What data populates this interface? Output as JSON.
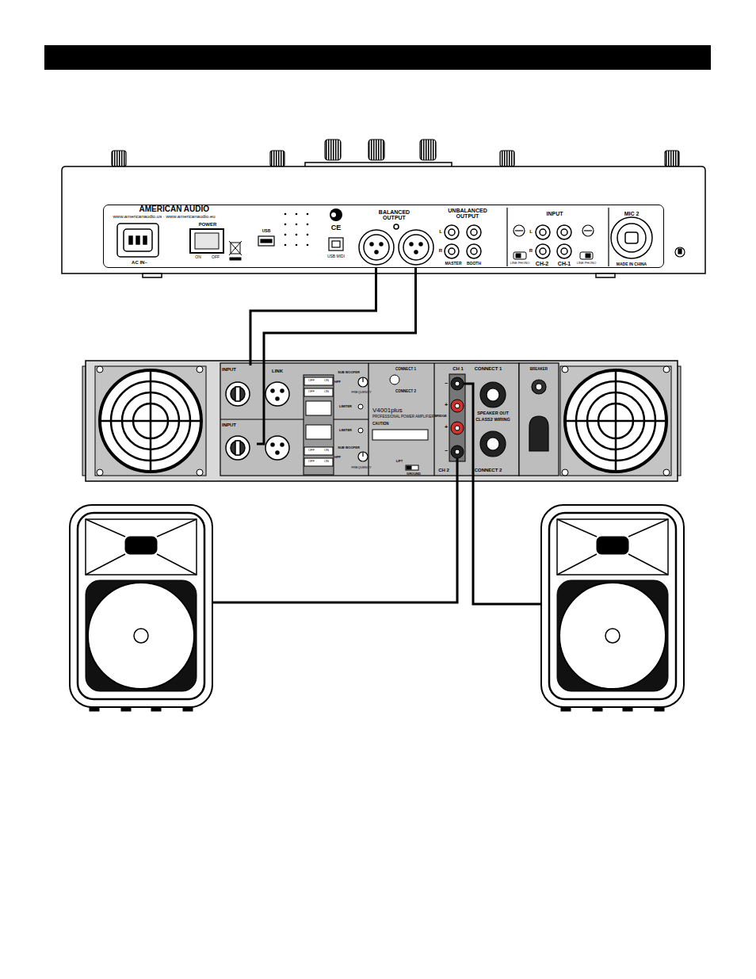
{
  "diagram": {
    "nodes": [
      {
        "text": [
          "AMERICAN AUDIO",
          "www.americanaudio.us · www.americanaudio.eu"
        ]
      },
      {
        "text": [
          "BALANCED OUTPUT"
        ],
        "in": 0
      },
      {
        "text": [
          "V4001plus",
          "PROFESSIONAL POWER AMPLIFIER"
        ]
      },
      {
        "text": [
          "INPUT"
        ],
        "in": 2
      },
      {
        "text": [
          "INPUT"
        ],
        "in": 2
      }
    ],
    "edges": [
      {
        "from": 1,
        "to": 3,
        "arrow": "none"
      },
      {
        "from": 1,
        "to": 4,
        "arrow": "none"
      }
    ],
    "labels": [
      "POWER",
      "ON",
      "OFF",
      "AC IN~",
      "USB",
      "USB MIDI",
      "UNBALANCED OUTPUT",
      "L",
      "R",
      "MASTER",
      "BOOTH",
      "INPUT",
      "L",
      "R",
      "CH-2",
      "CH-1",
      "LINE PHONO",
      "LINE PHONO",
      "MIC 2",
      "MADE IN CHINA",
      "LINK",
      "OFF",
      "ON",
      "OFF",
      "ON",
      "OFF",
      "ON",
      "OFF",
      "ON",
      "SUB WOOFER",
      "HPF",
      "FREQUENCY",
      "LIMITER",
      "LIMITER",
      "HPF",
      "SUB WOOFER",
      "FREQUENCY",
      "CONNECT 1",
      "CONNECT 2",
      "CAUTION",
      "LIFT",
      "GROUND",
      "CH 1",
      "−",
      "+",
      "BRIDGE",
      "+",
      "−",
      "CH 2",
      "CONNECT 1",
      "SPEAKER OUT",
      "CLASS2 WIRING",
      "CONNECT 2",
      "BREAKER",
      "CE"
    ]
  }
}
